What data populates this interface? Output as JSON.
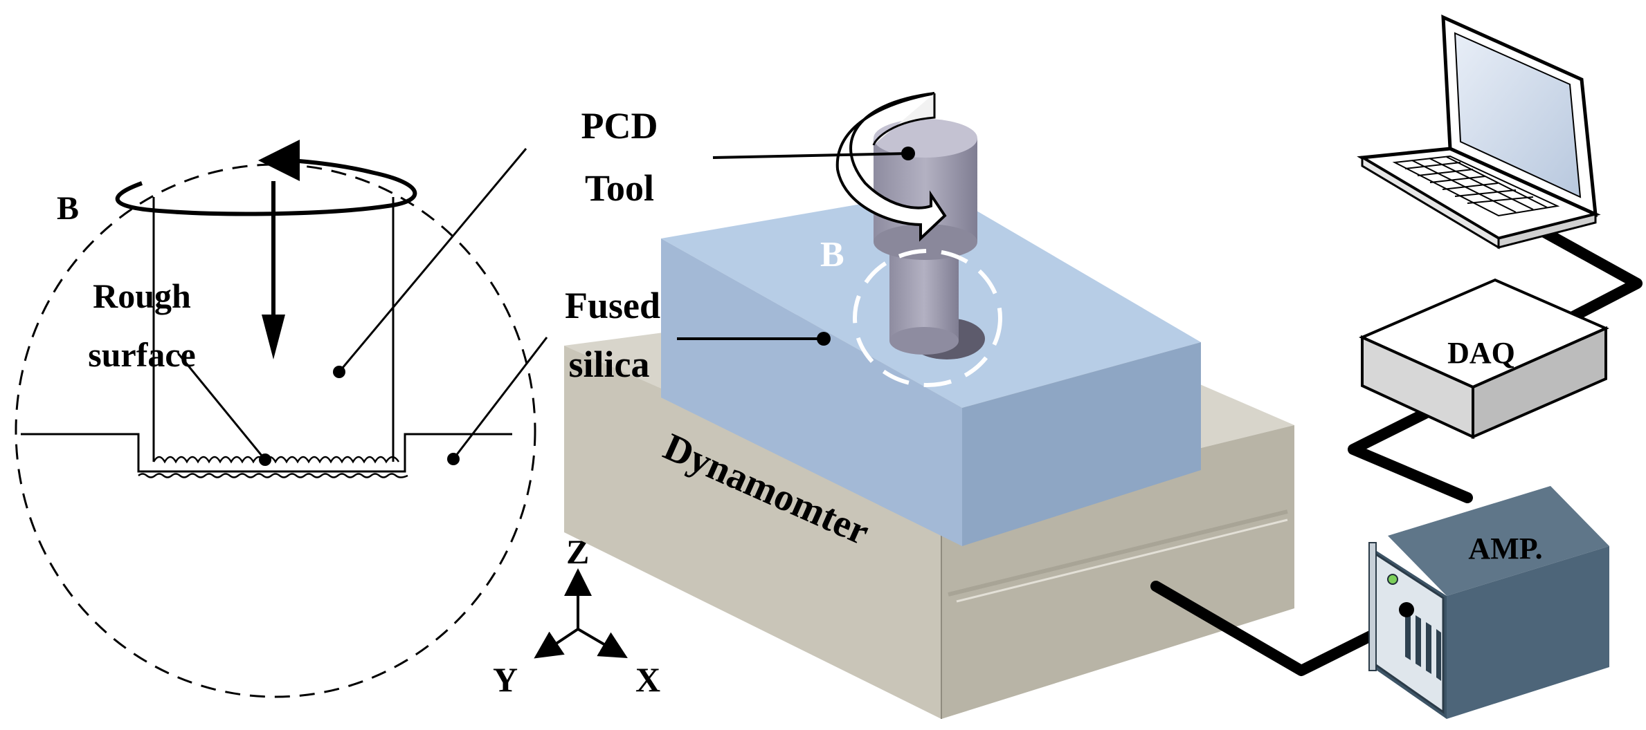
{
  "detail_view": {
    "label": "B",
    "callouts": [
      "Rough",
      "surface"
    ]
  },
  "labels": {
    "pcd_tool": [
      "PCD",
      "Tool"
    ],
    "fused_silica": [
      "Fused",
      "silica"
    ],
    "region_b": "B",
    "dynamometer": "Dynamomter",
    "daq": "DAQ",
    "amp": "AMP."
  },
  "axes": {
    "z": "Z",
    "y": "Y",
    "x": "X"
  },
  "colors": {
    "workpiece_top": "#b7cde6",
    "workpiece_side_left": "#9fb6d2",
    "workpiece_side_right": "#8aa2c0",
    "dynamometer_top": "#d8d5cb",
    "dynamometer_left": "#c5c1b4",
    "dynamometer_right": "#b4b0a2",
    "tool": "#a19fb0",
    "amp_top": "#5f7689",
    "amp_front": "#3d5466",
    "cable": "#000000"
  }
}
